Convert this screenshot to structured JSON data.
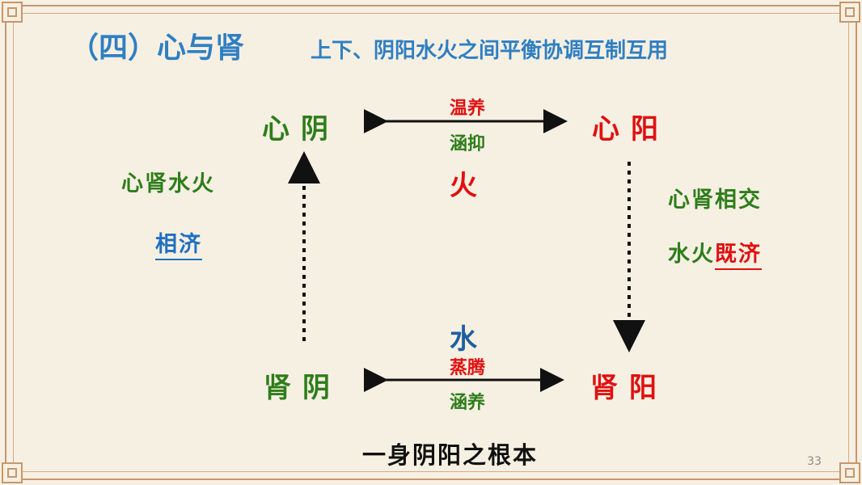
{
  "title": {
    "main": "（四）心与肾",
    "sub": "上下、阴阳水火之间平衡协调互制互用"
  },
  "nodes": {
    "heart_yin": "心阴",
    "heart_yang": "心阳",
    "kidney_yin": "肾阴",
    "kidney_yang": "肾阳"
  },
  "top_arrow": {
    "upper": "温养",
    "lower": "涵抑"
  },
  "bottom_arrow": {
    "upper": "蒸腾",
    "lower": "涵养"
  },
  "center": {
    "fire": "火",
    "water": "水"
  },
  "left_text": {
    "line1": "心肾水火",
    "line2": "相济"
  },
  "right_text": {
    "line1": "心肾相交",
    "line2_prefix": "水火",
    "line2_highlight": "既济"
  },
  "bottom": "一身阴阳之根本",
  "page_number": "33",
  "colors": {
    "title": "#2f7fc2",
    "yin": "#2e7d1a",
    "yang": "#e01010",
    "water": "#1f5fa0",
    "frame": "#c8966a"
  }
}
